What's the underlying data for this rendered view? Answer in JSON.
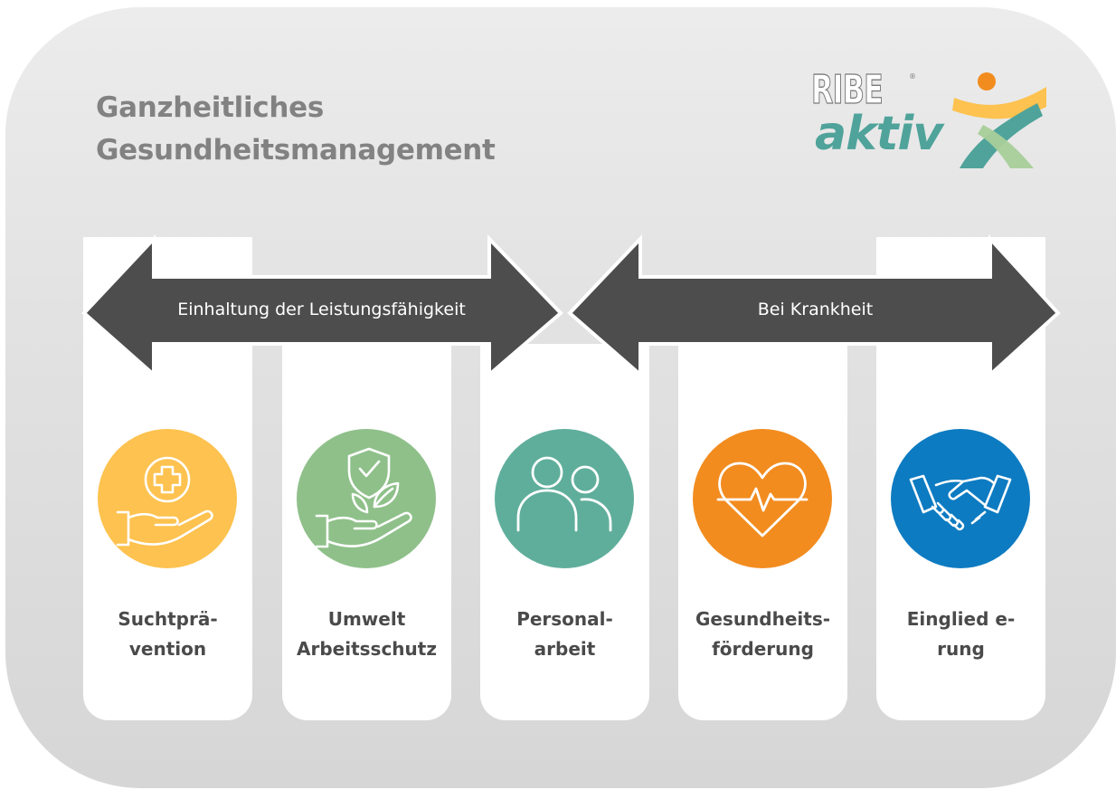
{
  "title": {
    "line1": "Ganzheitliches",
    "line2": "Gesundheitsmanagement"
  },
  "logo": {
    "brand": "RIBE",
    "registered": "®",
    "tagline": "aktiv"
  },
  "arrows": {
    "left": "Einhaltung der Leistungsfähigkeit",
    "right": "Bei Krankheit"
  },
  "columns": [
    {
      "line1": "Suchtprä-",
      "line2": "vention",
      "icon": "hand-with-medical-cross-icon",
      "color": "#fdc24f"
    },
    {
      "line1": "Umwelt",
      "line2": "Arbeitsschutz",
      "icon": "hand-with-shield-and-leaf-icon",
      "color": "#8fc08a"
    },
    {
      "line1": "Personal-",
      "line2": "arbeit",
      "icon": "two-people-icon",
      "color": "#5fae9b"
    },
    {
      "line1": "Gesundheits-",
      "line2": "förderung",
      "icon": "heart-with-pulse-icon",
      "color": "#f28c1f"
    },
    {
      "line1": "Einglied e-",
      "line2": "rung",
      "icon": "handshake-icon",
      "color": "#0d7bc1"
    }
  ],
  "colors": {
    "arrow": "#4d4d4d",
    "title": "#828282",
    "logo_teal": "#4fa39a",
    "logo_orange": "#f28c1f",
    "logo_yellow": "#fdc24f",
    "logo_green": "#a8cf9a"
  }
}
